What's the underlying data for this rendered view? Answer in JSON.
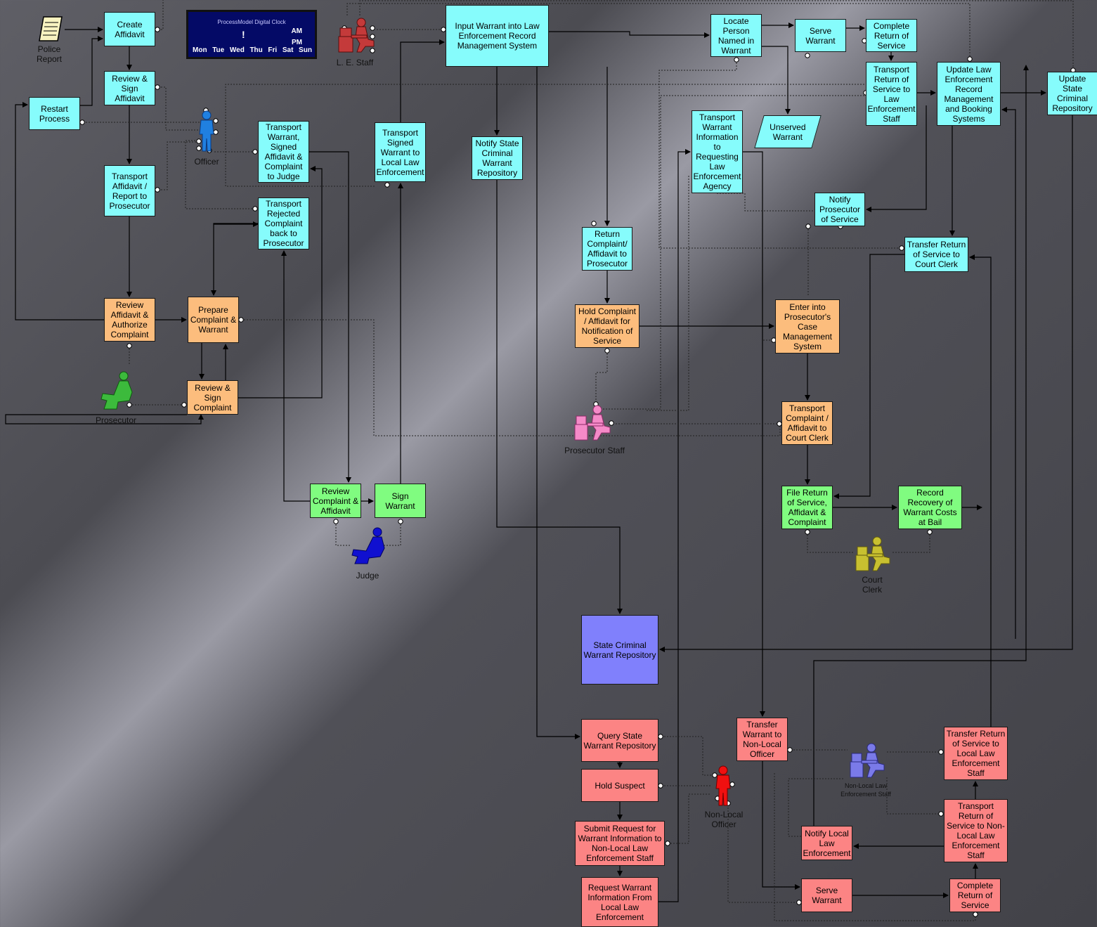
{
  "clock": {
    "title": "ProcessModel Digital Clock",
    "time": "!",
    "am": "AM",
    "pm": "PM",
    "days": [
      "Mon",
      "Tue",
      "Wed",
      "Thu",
      "Fri",
      "Sat",
      "Sun"
    ]
  },
  "colors": {
    "cyan": "#86fcfc",
    "orange": "#fcbd7d",
    "green": "#80fc80",
    "red": "#fc8484",
    "blue": "#8080fc"
  },
  "activities": {
    "create_affidavit": "Create Affidavit",
    "review_sign_affidavit": "Review & Sign Affidavit",
    "restart_process": "Restart Process",
    "transport_affidavit_prosecutor": "Transport Affidavit / Report to Prosecutor",
    "transport_warrant_to_judge": "Transport Warrant, Signed Affidavit & Complaint to Judge",
    "transport_rejected_complaint": "Transport Rejected Complaint back to Prosecutor",
    "transport_signed_warrant": "Transport Signed Warrant to Local Law Enforcement",
    "input_warrant": "Input Warrant into Law Enforcement Record Management System",
    "notify_state_repository": "Notify State Criminal Warrant Repository",
    "locate_person": "Locate Person Named in Warrant",
    "serve_warrant": "Serve Warrant",
    "complete_return_service": "Complete Return of Service",
    "transport_return_to_staff": "Transport Return of Service to Law Enforcement Staff",
    "update_le_record": "Update Law Enforcement Record Management and Booking Systems",
    "update_state_repository": "Update State Criminal Repository",
    "unserved_warrant": "Unserved Warrant",
    "transport_warrant_info": "Transport Warrant Information to Requesting Law Enforcement Agency",
    "notify_prosecutor_service": "Notify Prosecutor of Service",
    "transfer_return_court_clerk": "Transfer Return of Service to Court Clerk",
    "return_complaint_prosecutor": "Return Complaint/ Affidavit to Prosecutor",
    "review_authorize_complaint": "Review Affidavit & Authorize Complaint",
    "prepare_complaint_warrant": "Prepare Complaint & Warrant",
    "review_sign_complaint": "Review & Sign Complaint",
    "hold_complaint": "Hold Complaint / Affidavit for Notification of Service",
    "enter_case_management": "Enter into Prosecutor's Case Management System",
    "transport_complaint_clerk": "Transport Complaint / Affidavit to Court Clerk",
    "review_complaint_affidavit": "Review Complaint & Affidavit",
    "sign_warrant": "Sign Warrant",
    "file_return_service": "File Return of Service, Affidavit & Complaint",
    "record_recovery": "Record Recovery of Warrant Costs at Bail",
    "state_criminal_repository": "State Criminal Warrant Repository",
    "query_state_repository": "Query State Warrant Repository",
    "hold_suspect": "Hold Suspect",
    "submit_request_info": "Submit Request for Warrant Information to Non-Local Law Enforcement Staff",
    "request_warrant_info": "Request Warrant Information From Local Law Enforcement",
    "transfer_warrant_nonlocal": "Transfer Warrant to Non-Local Officer",
    "notify_local_le": "Notify Local Law Enforcement",
    "serve_warrant_nonlocal": "Serve Warrant",
    "transfer_return_local": "Transfer Return of Service to Local Law Enforcement Staff",
    "transport_return_nonlocal": "Transport Return of Service to Non-Local Law Enforcement Staff",
    "complete_return_nonlocal": "Complete Return of Service"
  },
  "resources": {
    "police_report": "Police Report",
    "le_staff": "L. E. Staff",
    "officer": "Officer",
    "prosecutor": "Prosecutor",
    "prosecutor_staff": "Prosecutor Staff",
    "judge": "Judge",
    "court_clerk": "Court Clerk",
    "nonlocal_officer": "Non-Local Officer",
    "nonlocal_staff": "Non-Local Law Enforcement Staff"
  }
}
